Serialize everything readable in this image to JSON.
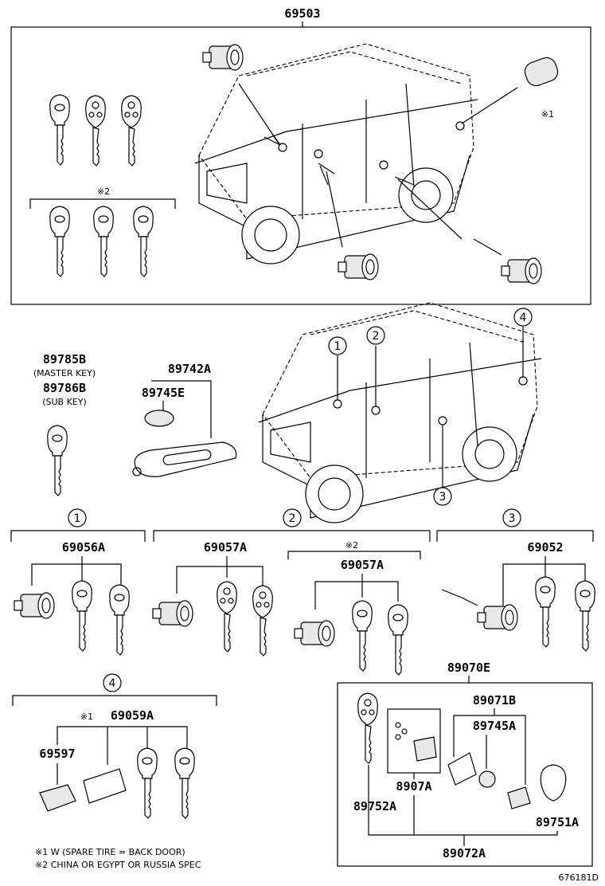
{
  "top_assembly": {
    "part_number": "69503"
  },
  "notes": {
    "mark1": "※1",
    "mark2": "※2",
    "note1": "※1 W (SPARE TIRE =  BACK DOOR)",
    "note2": "※2 CHINA OR EGYPT OR RUSSIA SPEC"
  },
  "keys": {
    "master_pn": "89785B",
    "master_label": "(MASTER KEY)",
    "sub_pn": "89786B",
    "sub_label": "(SUB KEY)"
  },
  "transmitter": {
    "case_pn": "89742A",
    "battery_pn": "89745E"
  },
  "callouts": [
    "1",
    "2",
    "3",
    "4"
  ],
  "groups": {
    "g1": {
      "callout": "1",
      "pn": "69056A"
    },
    "g2": {
      "callout": "2",
      "pn": "69057A"
    },
    "g2b": {
      "mark": "※2",
      "pn": "69057A"
    },
    "g3": {
      "callout": "3",
      "pn": "69052"
    },
    "g4": {
      "callout": "4",
      "pn_prefix": "※1",
      "pn": "69059A",
      "sub_pn": "69597"
    }
  },
  "kit": {
    "pn": "89070E",
    "sub1": "89071B",
    "sub2": "89745A",
    "sub3": "8907A",
    "sub4": "89752A",
    "sub5": "89751A",
    "bottom": "89072A"
  },
  "illustration_id": "676181D"
}
